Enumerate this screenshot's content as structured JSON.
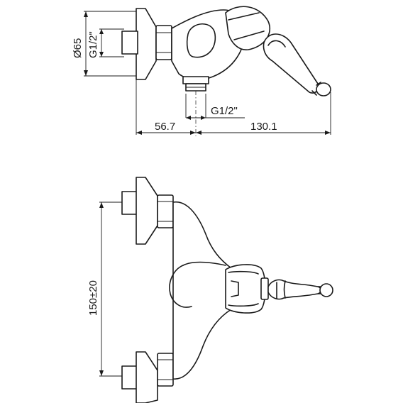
{
  "dimensions": {
    "diameter": "Ø65",
    "thread_top": "G1/2\"",
    "thread_bottom": "G1/2\"",
    "offset_left": "56.7",
    "offset_right": "130.1",
    "center_distance": "150±20"
  }
}
